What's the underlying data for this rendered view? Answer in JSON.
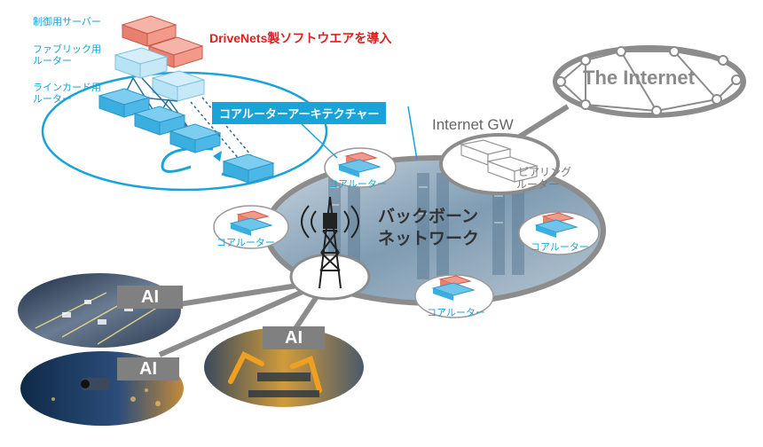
{
  "labels": {
    "control_server": "制御用サーバー",
    "fabric_router_1": "ファブリック用",
    "fabric_router_2": "ルーター",
    "linecard_router_1": "ラインカード用",
    "linecard_router_2": "ルーター",
    "drivenets": "DriveNets製ソフトウエアを導入",
    "architecture": "コアルーターアーキテクチャー",
    "internet_gw": "Internet GW",
    "the_internet": "The Internet",
    "peering_router_1": "ピアリング",
    "peering_router_2": "ルーター",
    "backbone_1": "バックボーン",
    "backbone_2": "ネットワーク",
    "core_router": "コアルーター",
    "ai": "AI"
  },
  "colors": {
    "cyan": "#1aa3d9",
    "router_red": "#f2998a",
    "router_blue": "#4db8e8",
    "light_blue": "#b8e2f5",
    "gray_line": "#8c8c8c",
    "ai_badge": "#808080",
    "datacenter": "#7f9cb3"
  }
}
